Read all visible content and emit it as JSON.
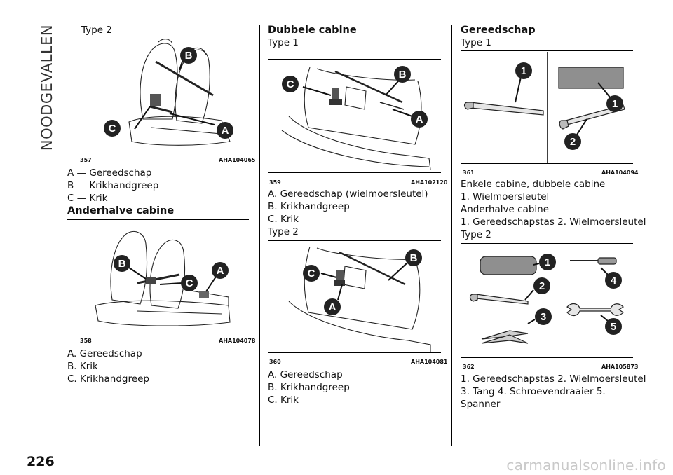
{
  "section": "NOODGEVALLEN",
  "page_number": "226",
  "watermark": "carmanualsonline.info",
  "col1": {
    "type_label": "Type 2",
    "fig357": {
      "num": "357",
      "code": "AHA104065"
    },
    "list1": [
      "A — Gereedschap",
      "B — Krikhandgreep",
      "C — Krik"
    ],
    "heading": "Anderhalve cabine",
    "fig358": {
      "num": "358",
      "code": "AHA104078"
    },
    "list2": [
      "A. Gereedschap",
      "B. Krik",
      "C. Krikhandgreep"
    ]
  },
  "col2": {
    "heading": "Dubbele cabine",
    "type1": "Type 1",
    "fig359": {
      "num": "359",
      "code": "AHA102120"
    },
    "list1": [
      "A. Gereedschap (wielmoersleutel)",
      "B. Krikhandgreep",
      "C. Krik"
    ],
    "type2": "Type 2",
    "fig360": {
      "num": "360",
      "code": "AHA104081"
    },
    "list2": [
      "A. Gereedschap",
      "B. Krikhandgreep",
      "C. Krik"
    ]
  },
  "col3": {
    "heading": "Gereedschap",
    "type1": "Type 1",
    "fig361": {
      "num": "361",
      "code": "AHA104094"
    },
    "lines1": [
      "Enkele cabine, dubbele cabine",
      "1. Wielmoersleutel",
      "Anderhalve cabine",
      "1. Gereedschapstas 2. Wielmoersleutel"
    ],
    "type2": "Type 2",
    "fig362": {
      "num": "362",
      "code": "AHA105873"
    },
    "lines2": [
      "1. Gereedschapstas 2. Wielmoersleutel",
      "3. Tang 4. Schroevendraaier 5.",
      "Spanner"
    ]
  },
  "callouts": {
    "A": "A",
    "B": "B",
    "C": "C",
    "n1": "1",
    "n2": "2",
    "n3": "3",
    "n4": "4",
    "n5": "5"
  }
}
